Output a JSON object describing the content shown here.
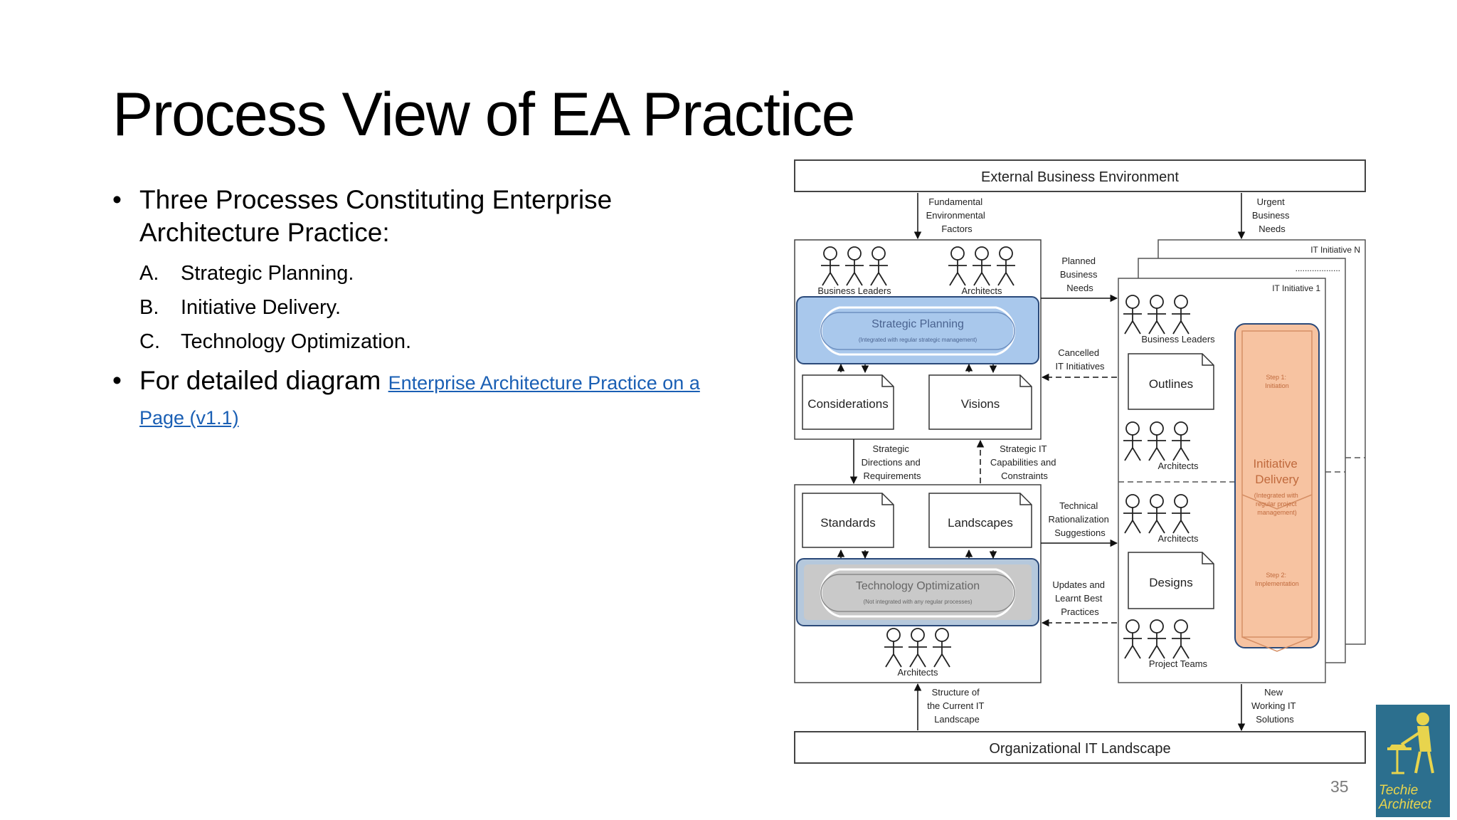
{
  "title": "Process View of EA Practice",
  "bullets": {
    "b1_text": "Three Processes Constituting Enterprise Architecture Practice:",
    "items": [
      {
        "letter": "A.",
        "text": "Strategic Planning."
      },
      {
        "letter": "B.",
        "text": "Initiative Delivery."
      },
      {
        "letter": "C.",
        "text": "Technology Optimization."
      }
    ],
    "b2_text": "For detailed diagram ",
    "b2_link": "Enterprise Architecture Practice on a Page (v1.1)"
  },
  "page_number": "35",
  "logo": {
    "line1": "Techie",
    "line2": "Architect"
  },
  "diagram": {
    "external_env": "External Business Environment",
    "org_landscape": "Organizational IT Landscape",
    "fundamental": [
      "Fundamental",
      "Environmental",
      "Factors"
    ],
    "urgent": [
      "Urgent",
      "Business",
      "Needs"
    ],
    "planned": [
      "Planned",
      "Business",
      "Needs"
    ],
    "cancelled": [
      "Cancelled",
      "IT Initiatives"
    ],
    "strategic_dirs": [
      "Strategic",
      "Directions and",
      "Requirements"
    ],
    "strategic_it": [
      "Strategic IT",
      "Capabilities and",
      "Constraints"
    ],
    "technical": [
      "Technical",
      "Rationalization",
      "Suggestions"
    ],
    "updates": [
      "Updates and",
      "Learnt Best",
      "Practices"
    ],
    "structure": [
      "Structure of",
      "the Current IT",
      "Landscape"
    ],
    "new_working": [
      "New",
      "Working IT",
      "Solutions"
    ],
    "business_leaders": "Business Leaders",
    "architects": "Architects",
    "project_teams": "Project Teams",
    "strategic_planning": "Strategic Planning",
    "strategic_planning_sub": "(Integrated with regular strategic management)",
    "tech_opt": "Technology Optimization",
    "tech_opt_sub": "(Not integrated with any regular processes)",
    "considerations": "Considerations",
    "visions": "Visions",
    "standards": "Standards",
    "landscapes": "Landscapes",
    "outlines": "Outlines",
    "designs": "Designs",
    "it_initiative_n": "IT Initiative N",
    "it_initiative_1": "IT Initiative 1",
    "dots": "...................",
    "initiative_delivery": [
      "Initiative",
      "Delivery"
    ],
    "initiative_delivery_sub": [
      "(Integrated with",
      "regular project",
      "management)"
    ],
    "step1": [
      "Step 1:",
      "Initiation"
    ],
    "step2": [
      "Step 2:",
      "Implementation"
    ]
  }
}
